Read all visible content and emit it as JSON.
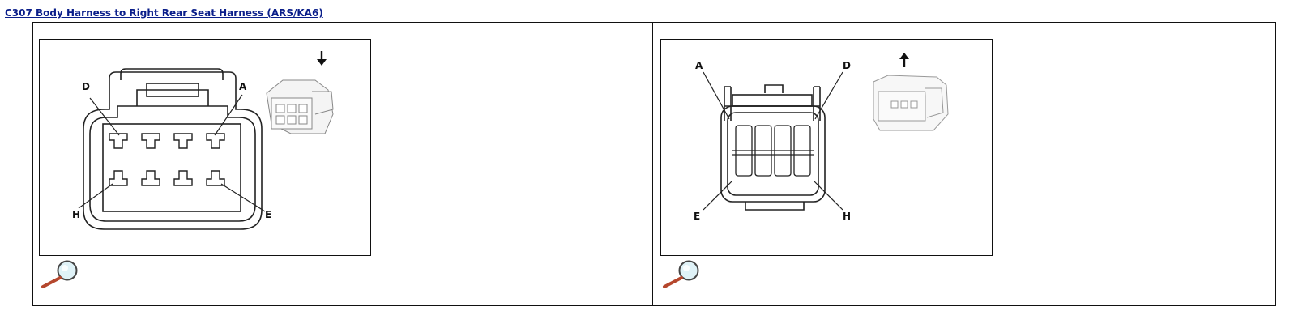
{
  "header": {
    "title_link": "C307 Body Harness to Right Rear Seat Harness (ARS/KA6)"
  },
  "diagrams": {
    "left": {
      "pin_labels": {
        "D": "D",
        "A": "A",
        "H": "H",
        "E": "E"
      }
    },
    "right": {
      "pin_labels": {
        "A": "A",
        "D": "D",
        "E": "E",
        "H": "H"
      }
    }
  },
  "icons": {
    "zoom": "magnifier-icon",
    "arrow_down": "arrow-down-icon",
    "arrow_up": "arrow-up-icon"
  }
}
